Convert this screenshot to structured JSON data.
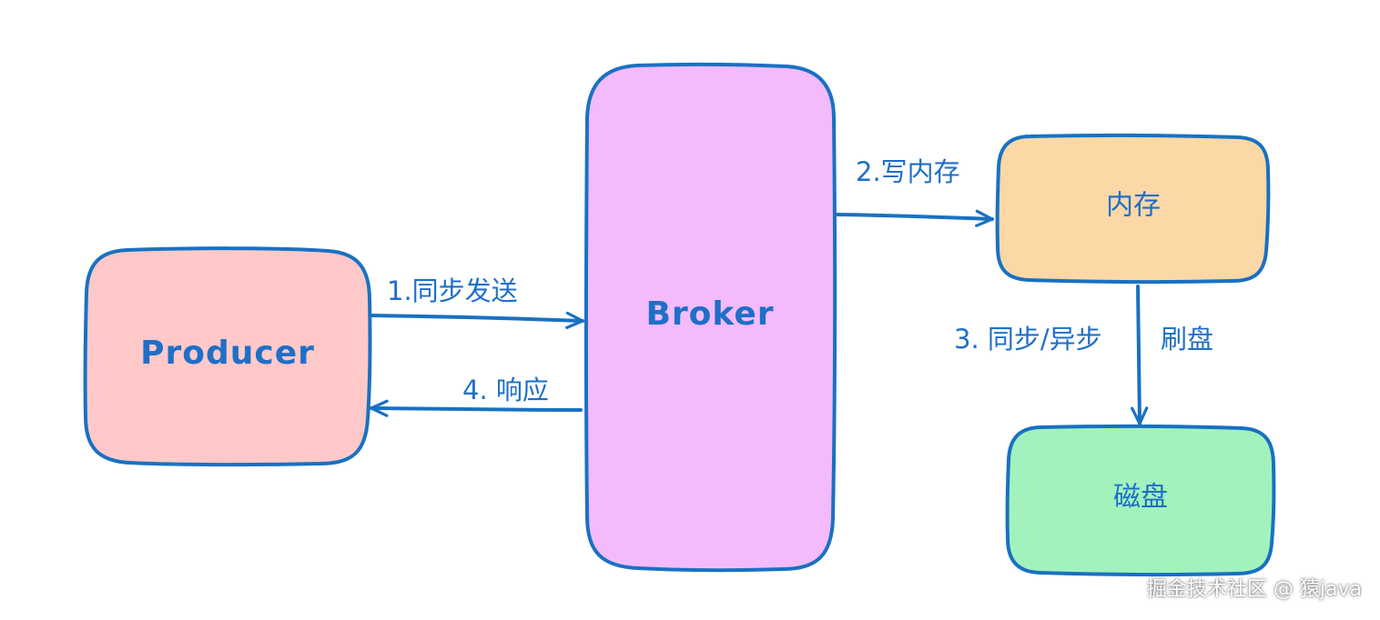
{
  "nodes": {
    "producer": {
      "label": "Producer",
      "fill": "#ffc9c9"
    },
    "broker": {
      "label": "Broker",
      "fill": "#f3bbfc"
    },
    "memory": {
      "label": "内存",
      "fill": "#fdd8a7"
    },
    "disk": {
      "label": "磁盘",
      "fill": "#a2f2bd"
    }
  },
  "edges": {
    "sync_send": "1.同步发送",
    "response": "4. 响应",
    "write_memory": "2.写内存",
    "flush_mode": "3. 同步/异步",
    "flush": "刷盘"
  },
  "colors": {
    "stroke": "#1971c2",
    "text": "#1f6fc7"
  },
  "watermark": "掘金技术社区 @ 猿java"
}
